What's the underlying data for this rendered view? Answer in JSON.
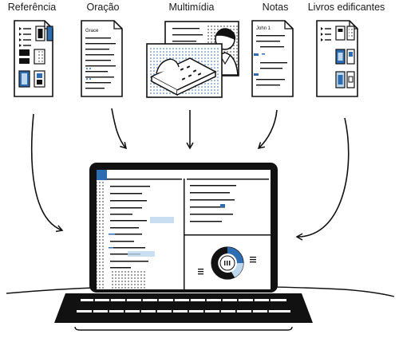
{
  "categories": [
    {
      "id": "referencia",
      "label": "Referência"
    },
    {
      "id": "oracao",
      "label": "Oração",
      "doc_heading": "Grace"
    },
    {
      "id": "multimidia",
      "label": "Multimídia"
    },
    {
      "id": "notas",
      "label": "Notas",
      "doc_heading": "John 1"
    },
    {
      "id": "livros",
      "label": "Livros edificantes"
    }
  ],
  "colors": {
    "ink": "#111111",
    "accent": "#2f6db3",
    "accent_light": "#bcd7ee",
    "paper": "#ffffff"
  },
  "icons": {
    "arrow": "curved-arrow-icon",
    "donut": "donut-chart-icon"
  }
}
